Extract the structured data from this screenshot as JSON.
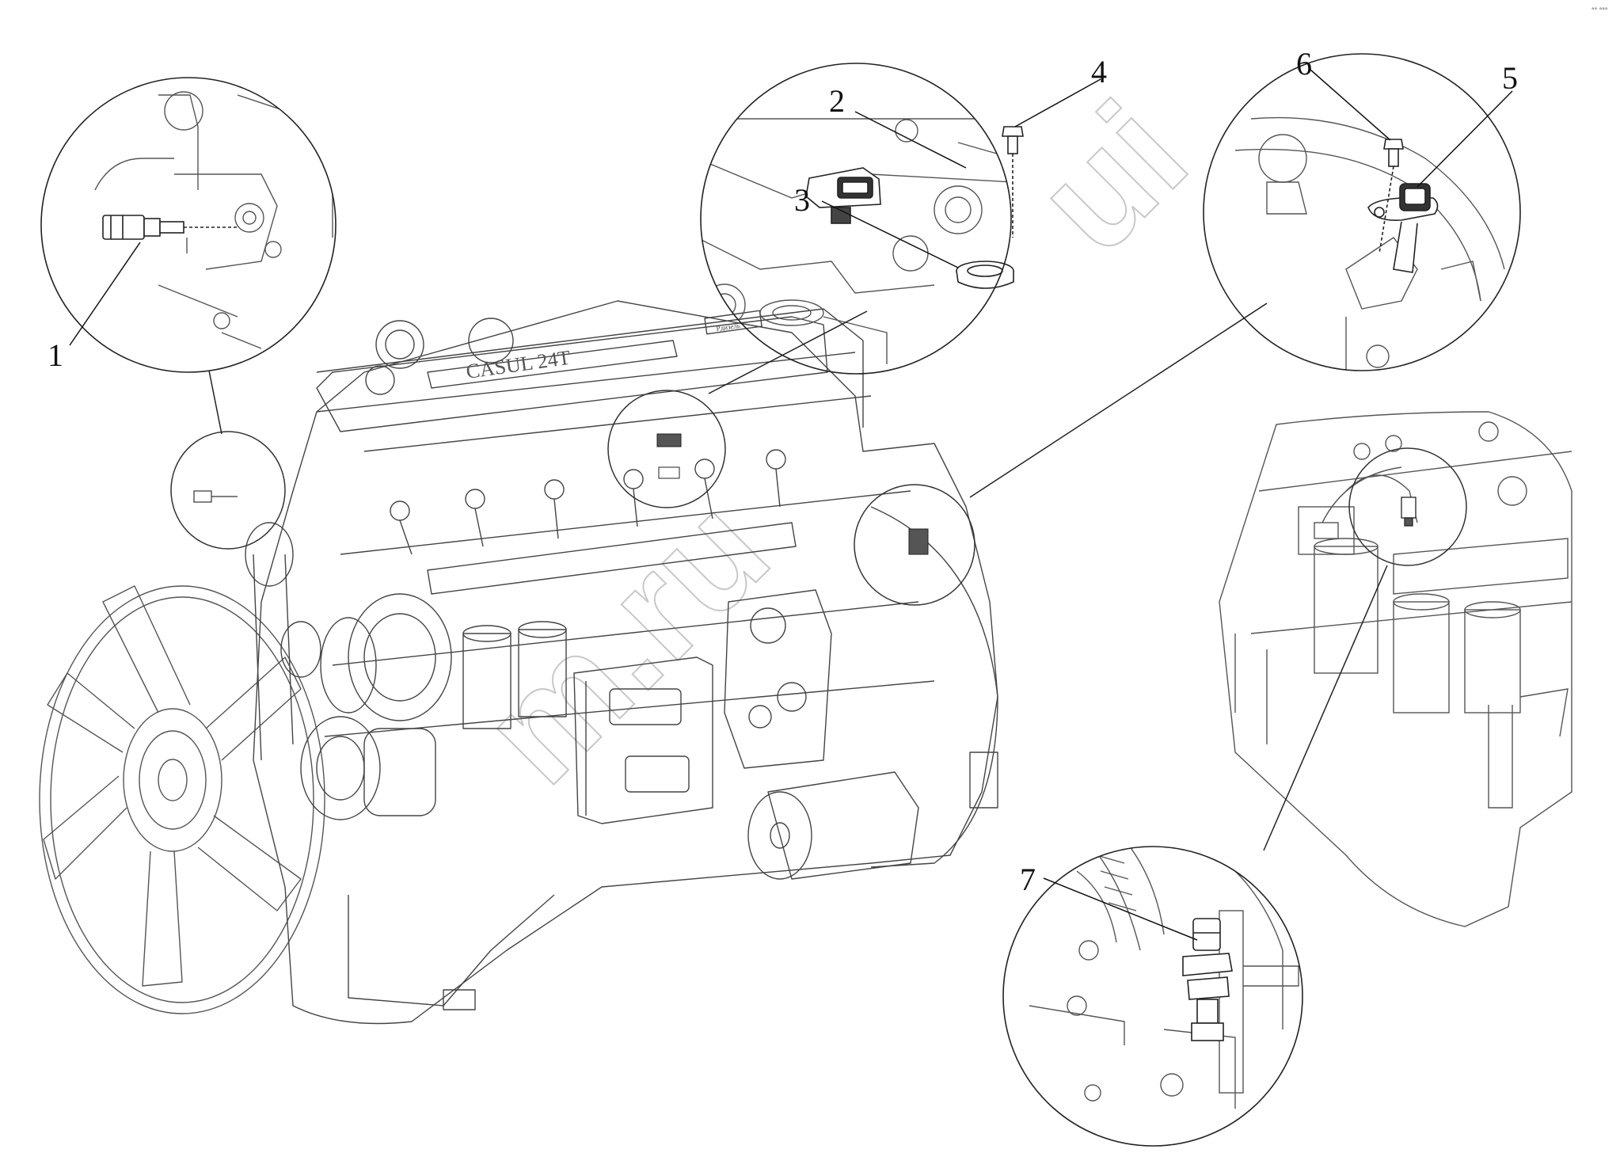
{
  "diagram": {
    "callouts": [
      {
        "id": "1",
        "label": "1"
      },
      {
        "id": "2",
        "label": "2"
      },
      {
        "id": "3",
        "label": "3"
      },
      {
        "id": "4",
        "label": "4"
      },
      {
        "id": "5",
        "label": "5"
      },
      {
        "id": "6",
        "label": "6"
      },
      {
        "id": "7",
        "label": "7"
      }
    ],
    "engine_cover_text": "CASUL 24T",
    "nameplate_text": "Pдизель",
    "watermark_text": "m.ru",
    "watermark_text_2": "ui",
    "corner_mark": "°° °°°"
  }
}
